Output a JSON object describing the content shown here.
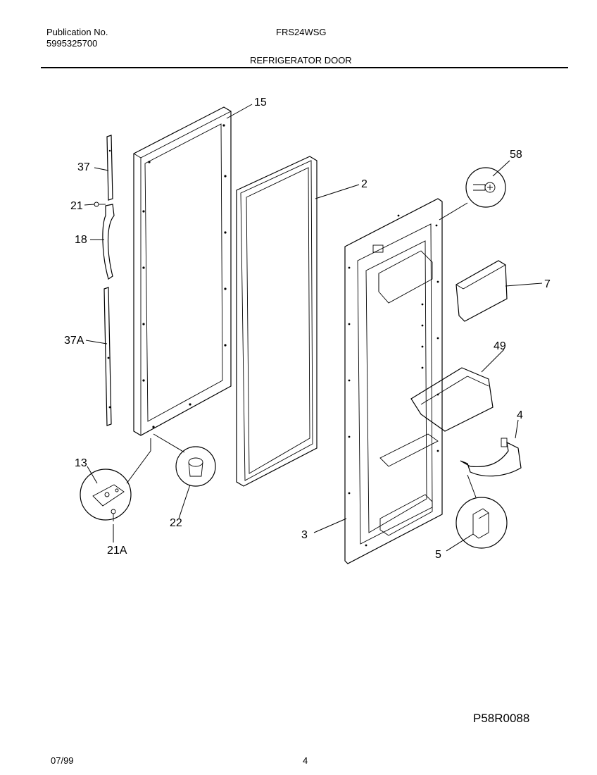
{
  "header": {
    "publication_label": "Publication No.",
    "publication_number": "5995325700",
    "model": "FRS24WSG",
    "section_title": "REFRIGERATOR DOOR"
  },
  "callouts": {
    "p15": "15",
    "p2": "2",
    "p37": "37",
    "p21": "21",
    "p18": "18",
    "p37a": "37A",
    "p58": "58",
    "p7": "7",
    "p49": "49",
    "p4": "4",
    "p13": "13",
    "p21a": "21A",
    "p22": "22",
    "p3": "3",
    "p5": "5"
  },
  "drawing_code": "P58R0088",
  "footer": {
    "date": "07/99",
    "page": "4"
  }
}
